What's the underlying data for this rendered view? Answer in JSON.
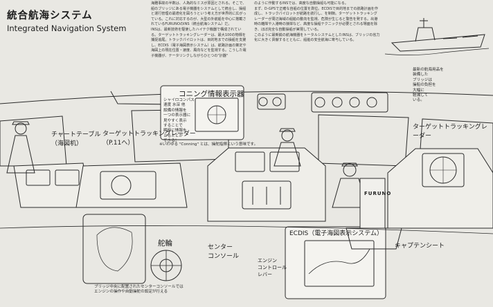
{
  "heading": {
    "title_ja": "統合航海システム",
    "title_en": "Integrated Navigation System"
  },
  "intro": {
    "col1": "海難事故の半数は、人為的なミスが原因とされる。そこで、船のブリッジにある電子機器をシステムとして統合し、操船と運行管理の最適化を図ろうという考え方が世界的に広がっている。これに対応するのが、大型の外航船を中心に搭載されているFURUNOのINS（統合航海システム）だ。\nINSは、最新技術を駆使したハイテク機器で構成されている。ターゲットトラッキングレーダーは、最大100の物標を捕捉追尾。トラックパイロットは、目的地までの操船を支援し、ECDIS（電子海図表示システム）は、航路計画の策定や海図上の現在位置・速度、風向などを監視する。こうした電子機器が、テータリンクしながらひとつの\"計器\"",
    "col2": "のように作動するINSでは、高度な自動操船も可能になる。\nまず、D-GPSで正確な自船の位置を測位。ECDISで目的地までの航路計画を作成し、トラックパイロットが航路を航行し、を制御。ターゲットトラッキングレーダーが周辺海域の船舶の動向を監視、危険が生じると警告を発する。出港時の離岸や入港時の接岸など、高度な操船テクニックが必要とされる場面を除き、ほぼ完全な自動操船が実現している。\nこのように最新鋭の航海機器をトータルシステムとしたINSは、ブリッジの省力化に大きく貢献するとともに、船舶の安全航海に寄与している。"
  },
  "labels": {
    "conning": "コニング情報表示器",
    "conning_note": "シャイロコンパス\n速度 水深 他\n設備の情報を\n一つの表示器に\n見やすく表示\nすることで\n瞬時に情報を\nとることが\nできる！",
    "conning_caption": "※いわゆる \"Conning\" とは、操舵指揮という意味です。",
    "chart_table": "チャートテーブル\n（海図机）",
    "target_radar_left": "ターゲットトラッキングレーダー\n（P.11へ）",
    "target_radar_right": "ターゲットトラッキングレーダー",
    "helm": "舵輪",
    "center_console": "センター\nコンソール",
    "engine_lever": "エンジン\nコントロール\nレバー",
    "ecdis": "ECDIS（電子海図表示システム）",
    "captain_seat": "キャプテンシート",
    "side_note": "最新の航海用品を\n装備した\nブリッジは\n操船の負担を\n大幅に\n軽減して\nいる。",
    "brand": "FURUNO",
    "bottom_note": "ブリッジ中央に配置されたセンターコンソールでは\nエンジンの操作や自動操舵の設定が行える"
  }
}
